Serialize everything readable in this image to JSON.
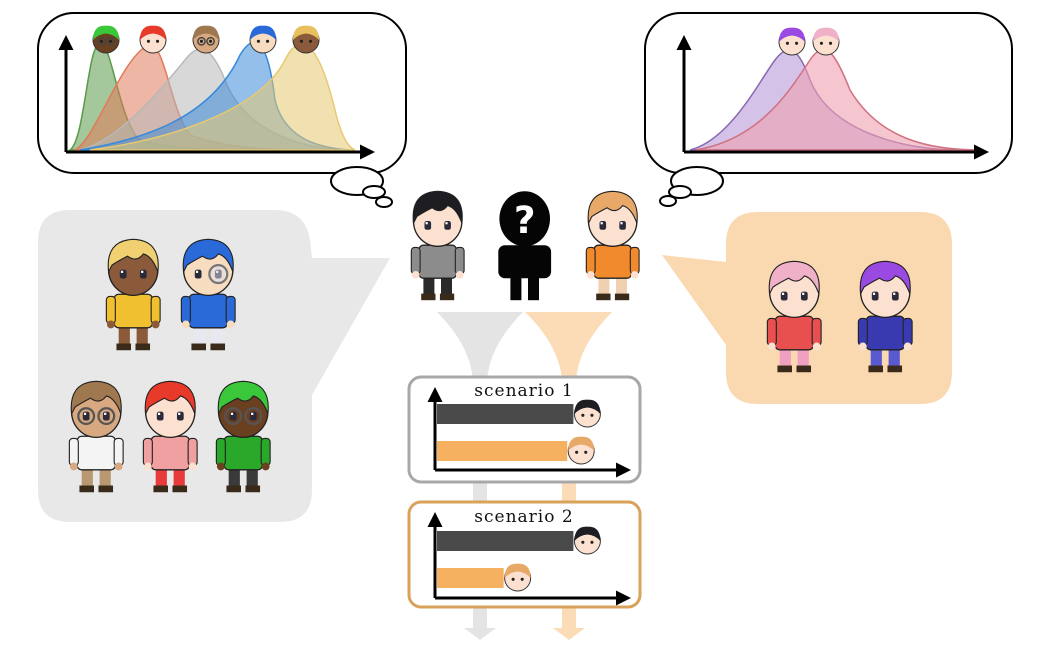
{
  "colors": {
    "gray_funnel": "#e4e4e4",
    "orange_funnel": "#fbdcb6",
    "left_panel": "#e8e8e8",
    "right_panel": "#fbd9b0",
    "dark_bar": "#4a4a4a",
    "orange_bar": "#f5b060",
    "scenario1_border": "#a8a8a8",
    "scenario2_border": "#d9a25a"
  },
  "center_characters": [
    {
      "id": "dark-haired-boy",
      "name": "boy-black-hair",
      "hair": "#1e1e22",
      "shirt": "#8c8c8c",
      "pants": "#2a2a2a"
    },
    {
      "id": "unknown",
      "name": "unknown-silhouette",
      "label": "?"
    },
    {
      "id": "blonde-girl",
      "name": "girl-blonde-orange-jacket",
      "hair": "#e8a868",
      "shirt": "#f08a2c",
      "pants": "#f0d0b0"
    }
  ],
  "left_thought_curves": [
    {
      "avatar": "green-hair-glasses",
      "color": "#5a9a4a"
    },
    {
      "avatar": "red-hair-girl",
      "color": "#e07a5a"
    },
    {
      "avatar": "bald-glasses",
      "color": "#b8b8b8"
    },
    {
      "avatar": "blue-hair-monocle",
      "color": "#3a8ad8"
    },
    {
      "avatar": "blonde-dark-skin",
      "color": "#e8c870"
    }
  ],
  "right_thought_curves": [
    {
      "avatar": "purple-hair",
      "color": "#b89ad8"
    },
    {
      "avatar": "pink-hair",
      "color": "#f0a0b0"
    }
  ],
  "left_panel_characters": [
    {
      "name": "blonde-dark-skin-yellow-jacket",
      "hair": "#f0d070",
      "skin": "#8a5a3a",
      "shirt": "#f0c030",
      "pants": "#8a5a3a"
    },
    {
      "name": "blue-hair-monocle-blue-jacket",
      "hair": "#2a6ad8",
      "skin": "#f8dcc0",
      "shirt": "#2a6ad8",
      "pants": "#e8e8f0"
    },
    {
      "name": "bald-glasses-lab-coat",
      "hair": "#a07850",
      "skin": "#d8a880",
      "shirt": "#f4f4f4",
      "pants": "#b89870"
    },
    {
      "name": "red-hair-girl-pink-outfit",
      "hair": "#e83a2a",
      "skin": "#fce0d0",
      "shirt": "#f0a0a0",
      "pants": "#e83a3a"
    },
    {
      "name": "green-hair-glasses-green-shirt",
      "hair": "#3ac83a",
      "skin": "#6a4020",
      "shirt": "#2aa82a",
      "pants": "#3a3a3a"
    }
  ],
  "right_panel_characters": [
    {
      "name": "pink-hair-red-shirt",
      "hair": "#f0b0c8",
      "skin": "#fce0d0",
      "shirt": "#e85050",
      "pants": "#f0a0c0"
    },
    {
      "name": "purple-hair-navy-outfit",
      "hair": "#9a4ae0",
      "skin": "#fce0d0",
      "shirt": "#3a3ab0",
      "pants": "#5a5ad0"
    }
  ],
  "scenarios": [
    {
      "label": "scenario  1",
      "bars": [
        {
          "who": "dark-haired-boy",
          "value": 0.88
        },
        {
          "who": "blonde-girl",
          "value": 0.84
        }
      ]
    },
    {
      "label": "scenario  2",
      "bars": [
        {
          "who": "dark-haired-boy",
          "value": 0.88
        },
        {
          "who": "blonde-girl",
          "value": 0.43
        }
      ]
    }
  ]
}
